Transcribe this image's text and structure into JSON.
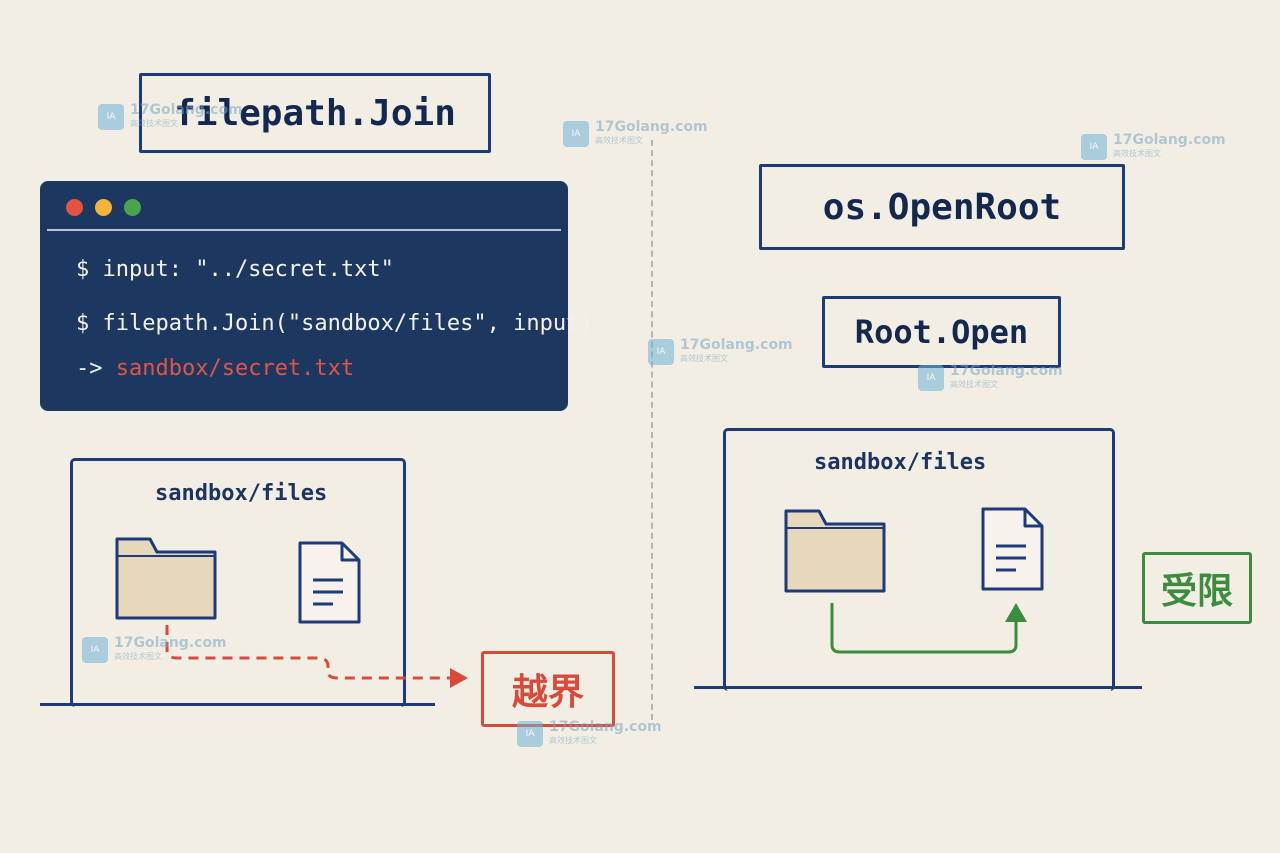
{
  "left": {
    "title": "filepath.Join",
    "terminal": {
      "line1": "$ input: \"../secret.txt\"",
      "line2": "$ filepath.Join(\"sandbox/files\", input)",
      "arrow": "->",
      "output": "sandbox/secret.txt"
    },
    "box_label": "sandbox/files",
    "tag": "越界"
  },
  "right": {
    "title": "os.OpenRoot",
    "subtitle": "Root.Open",
    "box_label": "sandbox/files",
    "tag": "受限"
  },
  "watermark": {
    "text": "17Golang.com",
    "sub": "高效技术图文"
  },
  "colors": {
    "background": "#f3eee4",
    "navy": "#1d3a7a",
    "terminal_bg": "#1d3860",
    "danger": "#d84a3a",
    "ok": "#3c8c40",
    "folder_fill": "#e7d8bb"
  }
}
